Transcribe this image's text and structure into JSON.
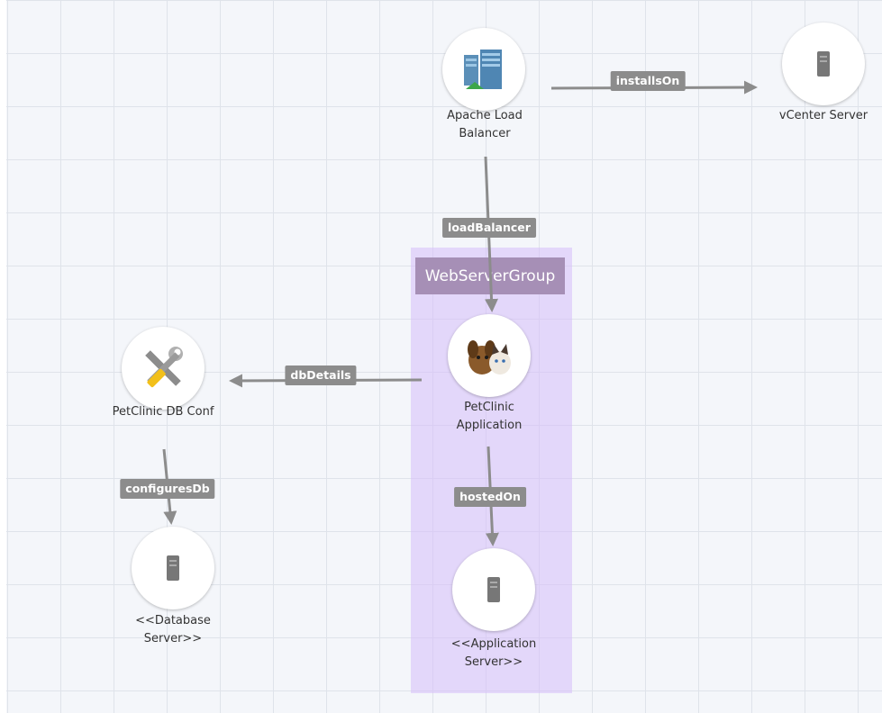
{
  "group": {
    "name": "WebServerGroup"
  },
  "nodes": {
    "apache": {
      "line1": "Apache Load",
      "line2": "Balancer",
      "icon": "load-balancer-icon"
    },
    "vcenter": {
      "line1": "vCenter Server",
      "icon": "server-icon"
    },
    "petclinic": {
      "line1": "PetClinic",
      "line2": "Application",
      "icon": "pets-icon"
    },
    "dbconf": {
      "line1": "PetClinic DB Conf",
      "icon": "tools-icon"
    },
    "dbserver": {
      "line1": "<<Database",
      "line2": "Server>>",
      "icon": "server-icon"
    },
    "appserver": {
      "line1": "<<Application",
      "line2": "Server>>",
      "icon": "server-icon"
    }
  },
  "edges": {
    "installsOn": "installsOn",
    "loadBalancer": "loadBalancer",
    "dbDetails": "dbDetails",
    "configuresDb": "configuresDb",
    "hostedOn": "hostedOn"
  },
  "colors": {
    "edge": "#8c8c8c",
    "group_fill": "#dcc8fa",
    "group_label": "#a68fb6",
    "grid": "#dfe3ea"
  }
}
